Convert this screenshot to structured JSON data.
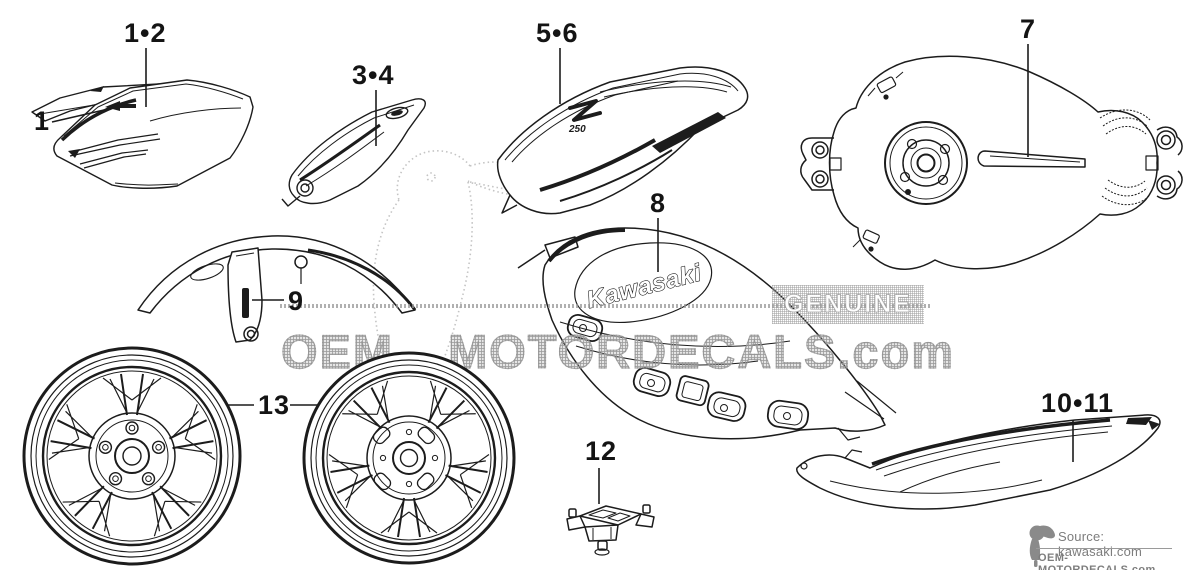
{
  "diagram": {
    "callouts": {
      "c1_2": "1•2",
      "c1": "1",
      "c3_4": "3•4",
      "c5_6": "5•6",
      "c7": "7",
      "c8": "8",
      "c9": "9",
      "c10_11": "10•11",
      "c12": "12",
      "c13": "13"
    },
    "part_markings": {
      "kawasaki_logo": "Kawasaki",
      "z_logo": "Z",
      "z_model": "250"
    },
    "watermark": {
      "genuine": "GENUINE",
      "brand_left": "OEM",
      "brand_right": "MOTORDECALS",
      "brand_tld": ".com"
    },
    "credit": {
      "source": "Source: kawasaki.com",
      "website": "OEM-MOTORDECALS.com"
    },
    "colors": {
      "line": "#1c1c1c",
      "watermark_gray": "#b9b9b9",
      "credit_gray": "#7d7d7d"
    }
  }
}
